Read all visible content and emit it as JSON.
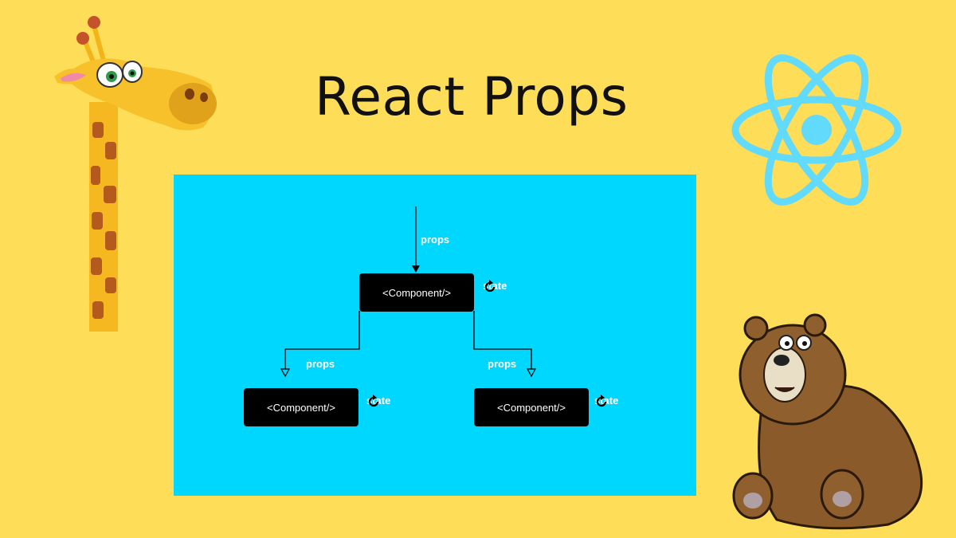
{
  "title": "React Props",
  "diagram": {
    "nodes": [
      {
        "id": "root",
        "label": "<Component/>"
      },
      {
        "id": "left",
        "label": "<Component/>"
      },
      {
        "id": "right",
        "label": "<Component/>"
      }
    ],
    "edge_labels": {
      "incoming": "props",
      "to_left": "props",
      "to_right": "props"
    },
    "state_labels": {
      "root": "state",
      "left": "state",
      "right": "state"
    }
  },
  "decorations": {
    "left": "giraffe",
    "top_right": "react-logo",
    "bottom_right": "bear"
  },
  "colors": {
    "background": "#fedd59",
    "panel": "#00d7ff",
    "react_logo": "#61dafb",
    "node": "#000000"
  }
}
